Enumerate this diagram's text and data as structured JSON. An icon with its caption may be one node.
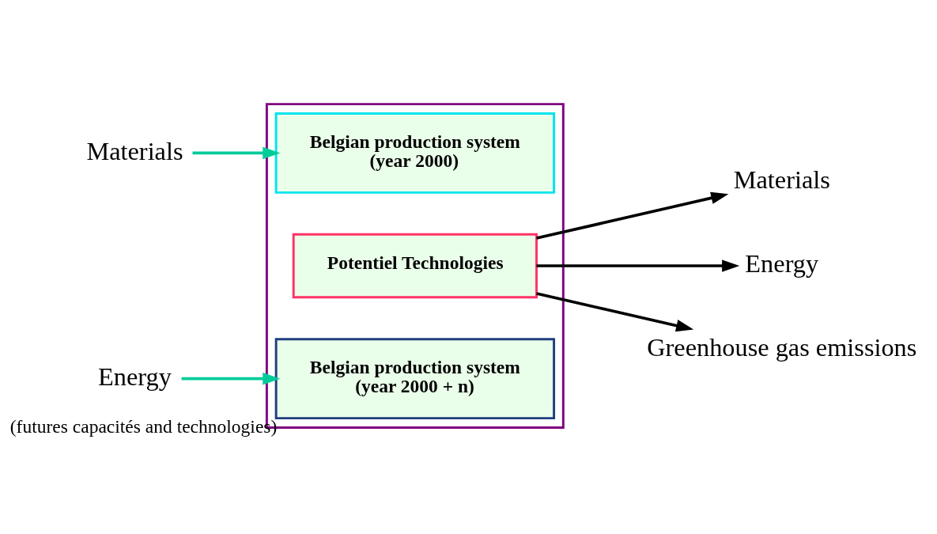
{
  "diagram": {
    "nodes": [
      {
        "text": [],
        "shape": "box"
      },
      {
        "text": [
          "Belgian production system",
          "(year 2000)"
        ],
        "in": 0
      },
      {
        "text": [
          "Potentiel Technologies"
        ],
        "in": 0
      },
      {
        "text": [
          "Belgian production system",
          "(year 2000 + n)"
        ],
        "beside": [
          "(futures capacités and technologies)"
        ],
        "in": 0
      },
      {
        "text": [
          "Materials"
        ]
      },
      {
        "text": [
          "Energy"
        ]
      },
      {
        "text": [
          "Materials"
        ]
      },
      {
        "text": [
          "Energy"
        ]
      },
      {
        "text": [
          "Greenhouse gas emissions"
        ]
      }
    ],
    "edges": [
      {
        "from": 4,
        "to": 1,
        "arrow": "to",
        "color": "#00cc99"
      },
      {
        "from": 5,
        "to": 3,
        "arrow": "to",
        "color": "#00cc99"
      },
      {
        "from": 2,
        "to": 6,
        "arrow": "to"
      },
      {
        "from": 2,
        "to": 7,
        "arrow": "to"
      },
      {
        "from": 2,
        "to": 8,
        "arrow": "to"
      }
    ]
  }
}
